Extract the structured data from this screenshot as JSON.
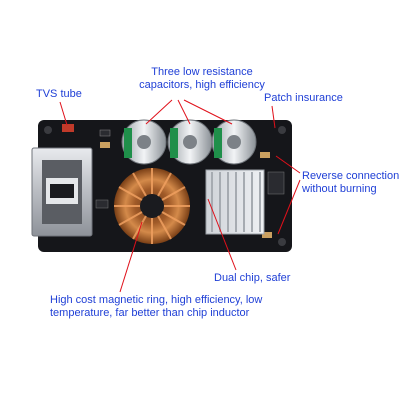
{
  "annotations": {
    "tvs": "TVS tube",
    "caps_line1": "Three low resistance",
    "caps_line2": "capacitors, high efficiency",
    "patch": "Patch insurance",
    "reverse_line1": "Reverse connection",
    "reverse_line2": "without burning",
    "dual": "Dual chip, safer",
    "magnetic_line1": "High cost magnetic ring, high efficiency, low",
    "magnetic_line2": "temperature, far better than chip inductor"
  },
  "colors": {
    "label_text": "#1f3fd6",
    "pointer_line": "#e0101a",
    "pcb": "#15161a",
    "copper": "#c8743a"
  }
}
